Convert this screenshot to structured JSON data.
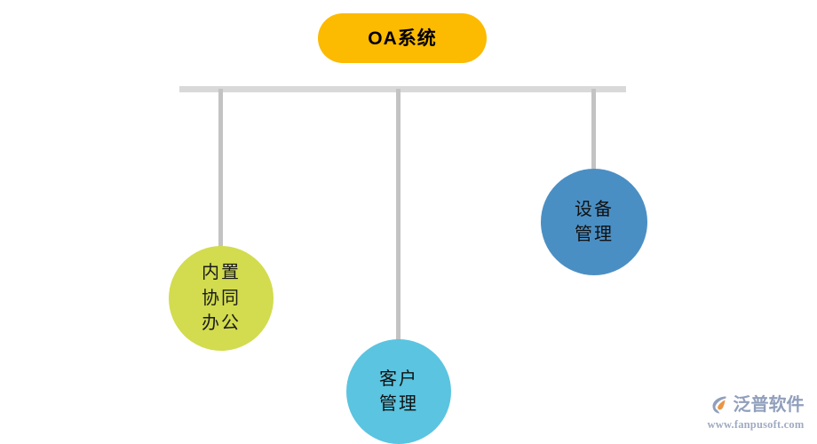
{
  "diagram": {
    "title": "OA系统",
    "root": {
      "label": "OA系统",
      "color": "#fcba00",
      "shape": "rounded-rect"
    },
    "spine": {
      "color": "#d9d9d9"
    },
    "connector_color": "#c3c3c3",
    "nodes": [
      {
        "id": "built-in-collaborative-office",
        "label": "内置\n协同\n办公",
        "color": "#d2dc4e",
        "shape": "circle"
      },
      {
        "id": "customer-management",
        "label": "客户\n管理",
        "color": "#5bc4e0",
        "shape": "circle"
      },
      {
        "id": "equipment-management",
        "label": "设备\n管理",
        "color": "#4a8fc4",
        "shape": "circle"
      }
    ]
  },
  "watermark": {
    "brand": "泛普软件",
    "url": "www.fanpusoft.com",
    "brand_color": "#8b9ab8",
    "accent_color": "#e8913a"
  }
}
